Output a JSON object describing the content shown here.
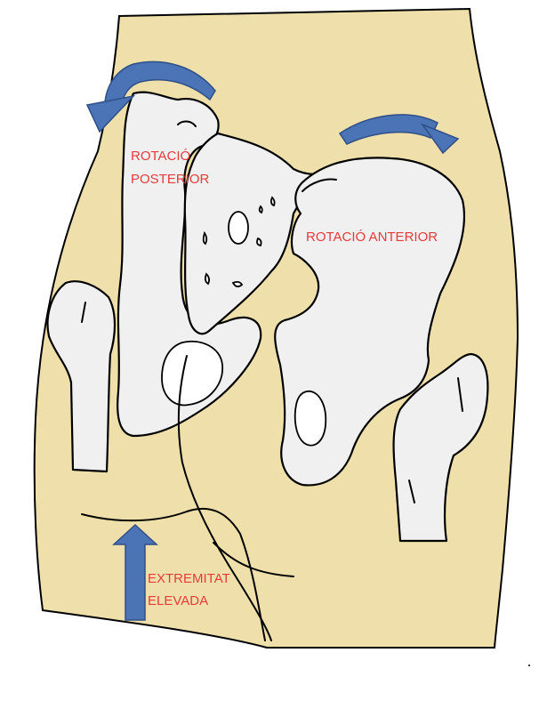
{
  "colors": {
    "skin": "#efe0ab",
    "bone": "#f0f0f0",
    "arrow": "#4a74b5",
    "label": "#e53b3b"
  },
  "labels": {
    "posterior_line1": "ROTACIÓ",
    "posterior_line2": "POSTERIOR",
    "anterior": "ROTACIÓ ANTERIOR",
    "extremitat_line1": "EXTREMITAT",
    "extremitat_line2": "ELEVADA"
  }
}
